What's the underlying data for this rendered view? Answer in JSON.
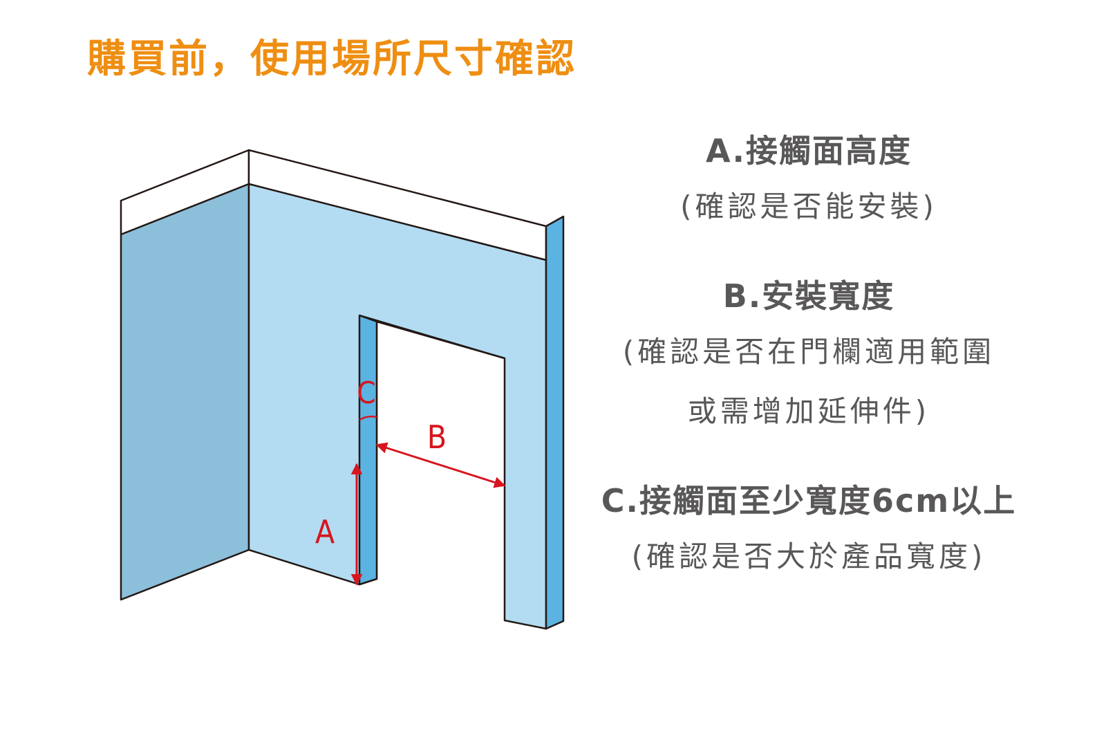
{
  "title": "購買前，使用場所尺寸確認",
  "diagram": {
    "label_a": "A",
    "label_b": "B",
    "label_c": "C"
  },
  "notes": [
    {
      "heading": "A.接觸面高度",
      "lines": [
        "(確認是否能安裝)"
      ]
    },
    {
      "heading": "B.安裝寬度",
      "lines": [
        "(確認是否在門欄適用範圍",
        "或需增加延伸件)"
      ]
    },
    {
      "heading": "C.接觸面至少寬度6cm以上",
      "lines": [
        "(確認是否大於產品寬度)"
      ]
    }
  ],
  "colors": {
    "title": "#EE8E12",
    "note_text": "#595757",
    "wall_light": "#B3DCF2",
    "wall_left": "#8CBFDA",
    "wall_edge": "#5BB3E2",
    "outline": "#231815",
    "marker": "#D7151E"
  }
}
